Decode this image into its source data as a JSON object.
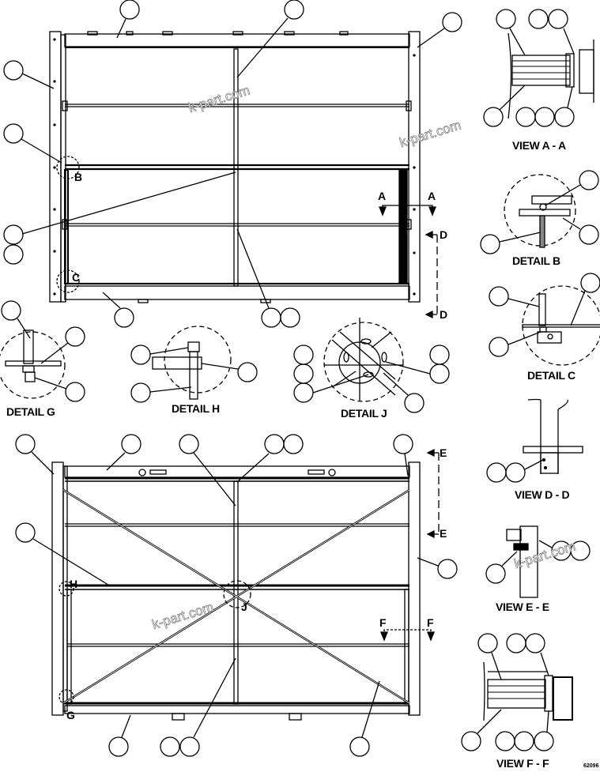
{
  "diagram": {
    "type": "exploded parts diagram",
    "drawing_number": "62096",
    "watermark": "k-part.com",
    "views": [
      {
        "id": "main-upper",
        "label": ""
      },
      {
        "id": "main-lower",
        "label": ""
      },
      {
        "id": "view-a-a",
        "label": "VIEW A - A"
      },
      {
        "id": "detail-b",
        "label": "DETAIL B"
      },
      {
        "id": "detail-c",
        "label": "DETAIL C"
      },
      {
        "id": "view-d-d",
        "label": "VIEW D - D"
      },
      {
        "id": "view-e-e",
        "label": "VIEW E - E"
      },
      {
        "id": "view-f-f",
        "label": "VIEW F - F"
      },
      {
        "id": "detail-g",
        "label": "DETAIL G"
      },
      {
        "id": "detail-h",
        "label": "DETAIL H"
      },
      {
        "id": "detail-j",
        "label": "DETAIL J"
      }
    ],
    "reference_markers": {
      "B": "B",
      "C": "C",
      "H": "H",
      "J": "J",
      "G": "G",
      "A": "A",
      "D": "D",
      "E": "E",
      "F": "F"
    },
    "callout_bubbles_note": "All callout bubbles are blank (no item numbers shown)"
  }
}
